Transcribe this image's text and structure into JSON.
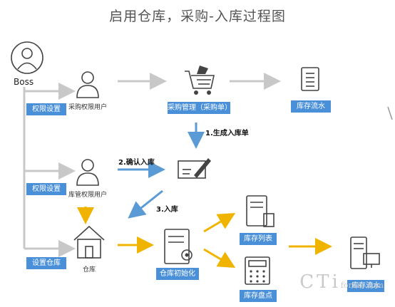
{
  "title": "启用仓库，采购-入库过程图",
  "boss_label": "Boss",
  "badges": {
    "perm_setting_1": "权限设置",
    "perm_setting_2": "权限设置",
    "warehouse_setup": "设置仓库",
    "purchase_mgmt": "采购管理（采购单）",
    "inventory_flow_top": "库存流水",
    "warehouse_init": "仓库初始化",
    "inventory_list": "库存列表",
    "inventory_check": "库存盘点",
    "inventory_flow_bottom": "库存流水"
  },
  "labels": {
    "purchase_user": "采购权限用户",
    "warehouse_user": "库管权限用户",
    "warehouse": "仓库"
  },
  "steps": {
    "step1": "1.生成入库单",
    "step2": "2.确认入库",
    "step3": "3.入库"
  },
  "watermark": {
    "main": "CTi",
    "sub": "forum.com"
  },
  "colors": {
    "badge": "#4a90d9",
    "gray_arrow": "#c8c8c8",
    "blue_arrow": "#5b9bd5",
    "yellow_arrow": "#f0b400"
  }
}
